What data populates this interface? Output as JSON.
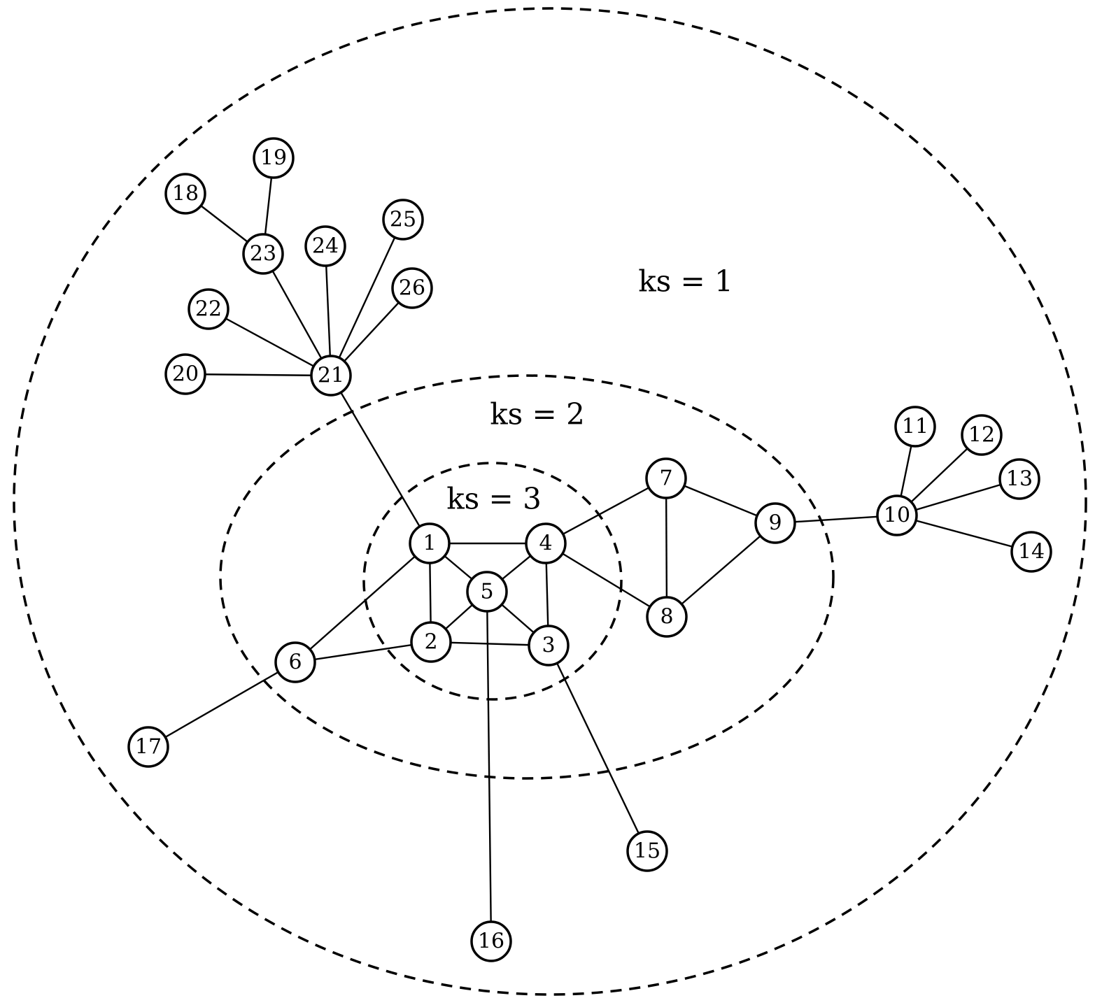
{
  "shells": [
    {
      "id": "shell-1",
      "label": "ks = 1"
    },
    {
      "id": "shell-2",
      "label": "ks = 2"
    },
    {
      "id": "shell-3",
      "label": "ks = 3"
    }
  ],
  "nodes": [
    {
      "id": "1",
      "label": "1"
    },
    {
      "id": "2",
      "label": "2"
    },
    {
      "id": "3",
      "label": "3"
    },
    {
      "id": "4",
      "label": "4"
    },
    {
      "id": "5",
      "label": "5"
    },
    {
      "id": "6",
      "label": "6"
    },
    {
      "id": "7",
      "label": "7"
    },
    {
      "id": "8",
      "label": "8"
    },
    {
      "id": "9",
      "label": "9"
    },
    {
      "id": "10",
      "label": "10"
    },
    {
      "id": "11",
      "label": "11"
    },
    {
      "id": "12",
      "label": "12"
    },
    {
      "id": "13",
      "label": "13"
    },
    {
      "id": "14",
      "label": "14"
    },
    {
      "id": "15",
      "label": "15"
    },
    {
      "id": "16",
      "label": "16"
    },
    {
      "id": "17",
      "label": "17"
    },
    {
      "id": "18",
      "label": "18"
    },
    {
      "id": "19",
      "label": "19"
    },
    {
      "id": "20",
      "label": "20"
    },
    {
      "id": "21",
      "label": "21"
    },
    {
      "id": "22",
      "label": "22"
    },
    {
      "id": "23",
      "label": "23"
    },
    {
      "id": "24",
      "label": "24"
    },
    {
      "id": "25",
      "label": "25"
    },
    {
      "id": "26",
      "label": "26"
    }
  ],
  "edges": [
    [
      "1",
      "4"
    ],
    [
      "1",
      "2"
    ],
    [
      "1",
      "5"
    ],
    [
      "1",
      "6"
    ],
    [
      "1",
      "21"
    ],
    [
      "4",
      "5"
    ],
    [
      "4",
      "3"
    ],
    [
      "4",
      "7"
    ],
    [
      "4",
      "8"
    ],
    [
      "5",
      "2"
    ],
    [
      "5",
      "3"
    ],
    [
      "5",
      "16"
    ],
    [
      "2",
      "3"
    ],
    [
      "2",
      "6"
    ],
    [
      "3",
      "15"
    ],
    [
      "6",
      "17"
    ],
    [
      "7",
      "8"
    ],
    [
      "7",
      "9"
    ],
    [
      "8",
      "9"
    ],
    [
      "9",
      "10"
    ],
    [
      "10",
      "11"
    ],
    [
      "10",
      "12"
    ],
    [
      "10",
      "13"
    ],
    [
      "10",
      "14"
    ],
    [
      "21",
      "20"
    ],
    [
      "21",
      "22"
    ],
    [
      "21",
      "23"
    ],
    [
      "21",
      "24"
    ],
    [
      "21",
      "25"
    ],
    [
      "21",
      "26"
    ],
    [
      "23",
      "18"
    ],
    [
      "23",
      "19"
    ]
  ]
}
